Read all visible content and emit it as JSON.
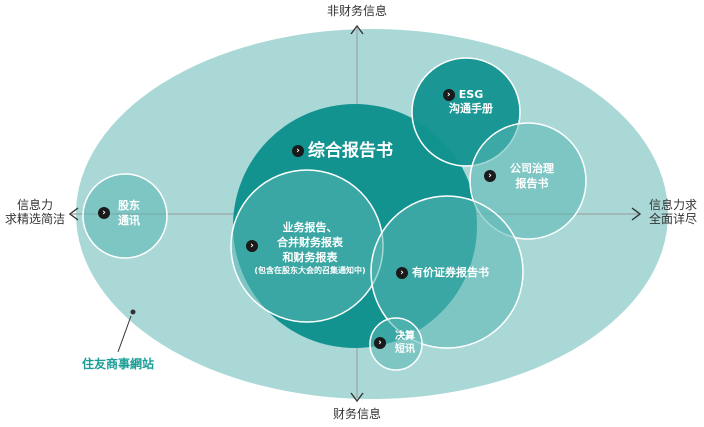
{
  "colors": {
    "ellipse": "#a9d8d7",
    "main_circle": "#129390",
    "light_circle": "#5bb8b5",
    "circle_stroke": "#ffffff",
    "axis": "#9aa5a5",
    "site_link": "#1a9e98"
  },
  "axes": {
    "top": "非财务信息",
    "bottom": "财务信息",
    "left_line1": "信息力",
    "left_line2": "求精选简洁",
    "right_line1": "信息力求",
    "right_line2": "全面详尽"
  },
  "bubbles": {
    "integrated_report": "综合报告书",
    "esg_line1": "ESG",
    "esg_line2": "沟通手册",
    "governance_line1": "公司治理",
    "governance_line2": "报告书",
    "shareholder_line1": "股东",
    "shareholder_line2": "通讯",
    "business_line1": "业务报告、",
    "business_line2": "合并财务报表",
    "business_line3": "和财务报表",
    "business_note": "(包含在股东大会的召集通知中)",
    "securities_report": "有价证券报告书",
    "flash_line1": "决算",
    "flash_line2": "短讯"
  },
  "website": {
    "label": "住友商事網站"
  },
  "icons": {
    "pointer": "chevron-right-icon"
  }
}
